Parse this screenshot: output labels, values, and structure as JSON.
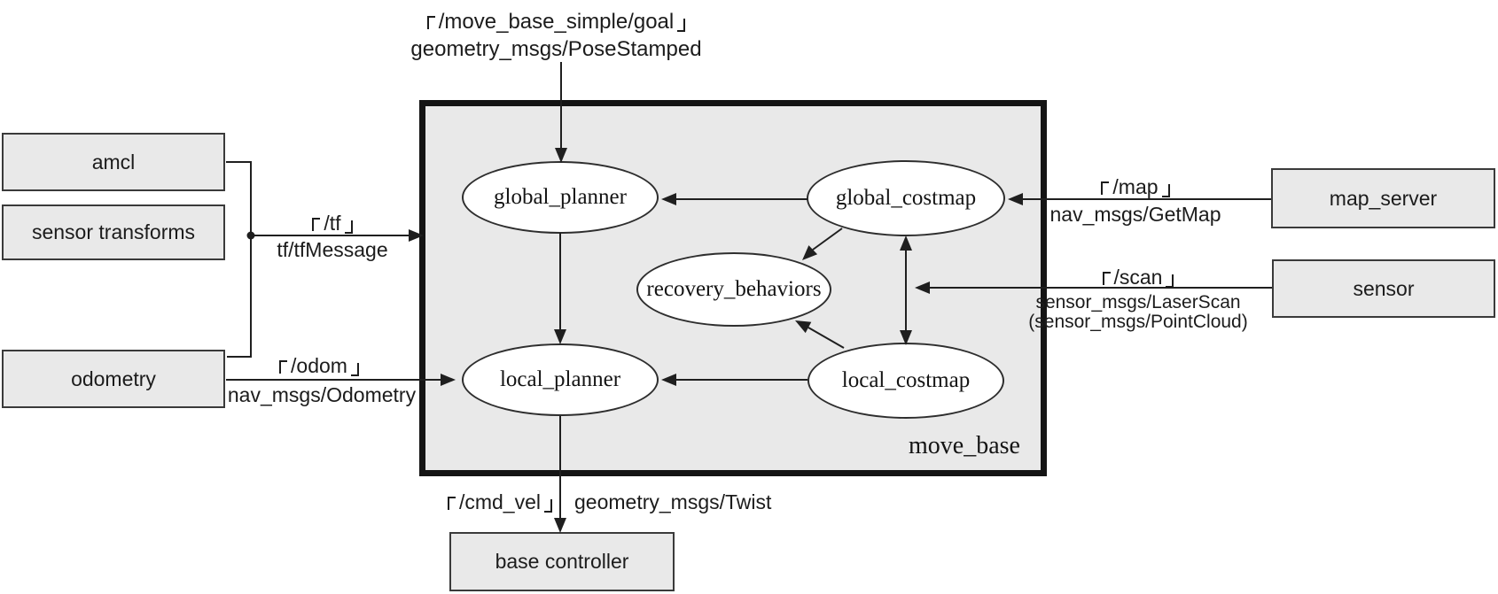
{
  "title": {
    "goal_topic": "「/move_base_simple/goal」",
    "goal_type": "geometry_msgs/PoseStamped"
  },
  "container": {
    "label": "move_base"
  },
  "external_nodes": {
    "amcl": "amcl",
    "sensor_transforms": "sensor transforms",
    "odometry": "odometry",
    "map_server": "map_server",
    "sensor": "sensor",
    "base_controller": "base controller"
  },
  "internal_nodes": {
    "global_planner": "global_planner",
    "global_costmap": "global_costmap",
    "recovery_behaviors": "recovery_behaviors",
    "local_planner": "local_planner",
    "local_costmap": "local_costmap"
  },
  "edges": {
    "tf": {
      "topic": "「/tf」",
      "type": "tf/tfMessage"
    },
    "odom": {
      "topic": "「/odom」",
      "type": "nav_msgs/Odometry"
    },
    "map": {
      "topic": "「/map」",
      "type": "nav_msgs/GetMap"
    },
    "scan": {
      "topic": "「/scan」",
      "type": "sensor_msgs/LaserScan",
      "type_alt": "(sensor_msgs/PointCloud)"
    },
    "cmd_vel": {
      "topic": "「/cmd_vel」",
      "type": "geometry_msgs/Twist"
    }
  },
  "colors": {
    "background": "#ffffff",
    "node_fill": "#e9e9e9",
    "node_border": "#3a3a3a",
    "container_border": "#141414",
    "ellipse_fill": "#ffffff",
    "line": "#1f1f1f",
    "text": "#1c1c1c"
  }
}
